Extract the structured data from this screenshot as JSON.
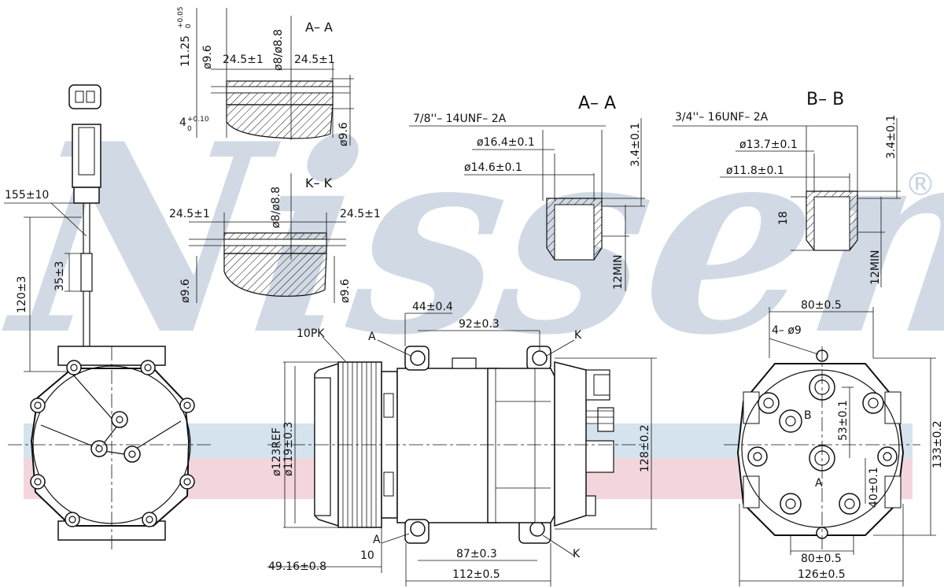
{
  "brand": {
    "watermark": "Nissens",
    "registered_mark": "®",
    "watermark_color": "#c9d4e0",
    "band_blue": "#d5e3ef",
    "band_red": "#f3d6dc"
  },
  "section_labels": {
    "aa_top": "A– A",
    "kk": "K– K",
    "aa_right": "A– A",
    "bb": "B– B",
    "label_a_top": "A",
    "label_k_top": "K",
    "label_a_bottom": "A",
    "label_k_bottom": "K",
    "label_b_end": "B",
    "label_a_end": "A"
  },
  "dimensions": {
    "d_11_25": "11.25",
    "d_11_25_tol_top": "+0.05",
    "d_11_25_tol_bot": "0",
    "d_9_6_a": "ø9.6",
    "d_24_5_a1": "24.5±1",
    "d_8_88_a": "ø8/ø8.8",
    "d_24_5_a2": "24.5±1",
    "d_4": "4",
    "d_4_tol_top": "+0.10",
    "d_4_tol_bot": "0",
    "d_9_6_b": "ø9.6",
    "d_8_88_k": "ø8/ø8.8",
    "d_24_5_k1": "24.5±1",
    "d_24_5_k2": "24.5±1",
    "d_9_6_k1": "ø9.6",
    "d_9_6_k2": "ø9.6",
    "thread_a": "7/8''– 14UNF– 2A",
    "d_16_4": "ø16.4±0.1",
    "d_14_6": "ø14.6±0.1",
    "d_3_4_a": "3.4±0.1",
    "d_12min_a": "12MIN",
    "thread_b": "3/4''– 16UNF– 2A",
    "d_13_7": "ø13.7±0.1",
    "d_11_8": "ø11.8±0.1",
    "d_3_4_b": "3.4±0.1",
    "d_18": "18",
    "d_12min_b": "12MIN",
    "d_155": "155±10",
    "d_120": "120±3",
    "d_35": "35±3",
    "d_44": "44±0.4",
    "d_92": "92±0.3",
    "d_10pk": "10PK",
    "d_123ref": "ø123REF",
    "d_119": "ø119±0.3",
    "d_128": "128±0.2",
    "d_49_16": "49.16±0.8",
    "d_10": "10",
    "d_87": "87±0.3",
    "d_112": "112±0.5",
    "d_80_top": "80±0.5",
    "d_4x9": "4– ø9",
    "d_53": "53±0.1",
    "d_40": "40±0.1",
    "d_133": "133±0.2",
    "d_80_bottom": "80±0.5",
    "d_126": "126±0.5"
  }
}
